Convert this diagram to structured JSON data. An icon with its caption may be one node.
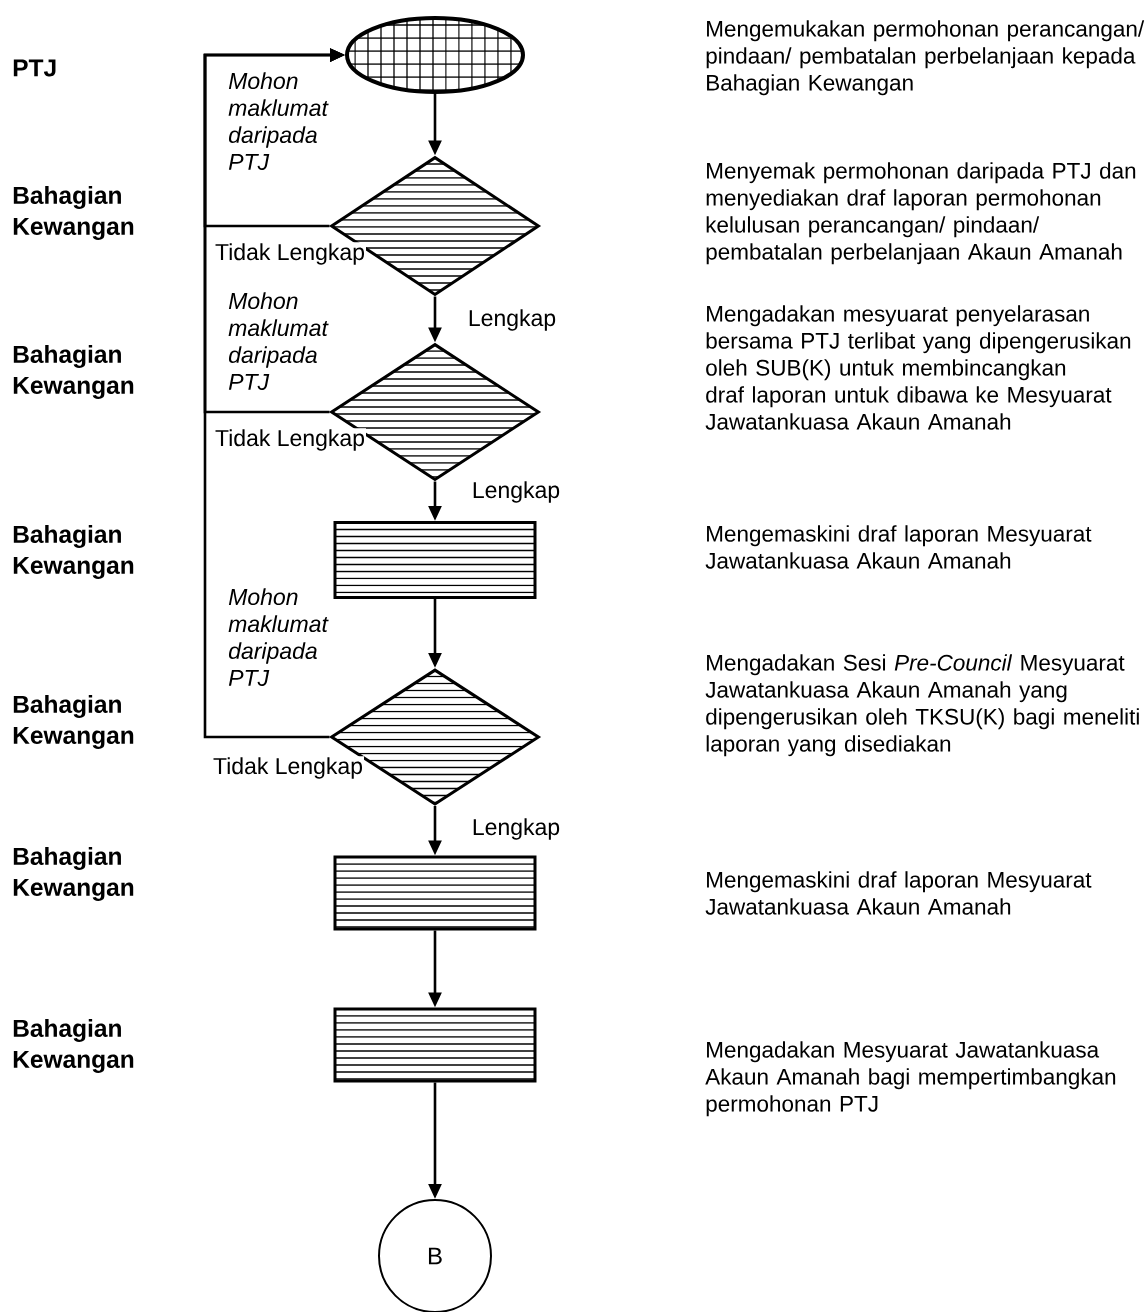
{
  "diagram": {
    "nodes": [
      {
        "text": [],
        "shape": "ellipse"
      },
      {
        "text": [],
        "shape": "diamond"
      },
      {
        "text": [],
        "shape": "diamond"
      },
      {
        "text": [],
        "shape": "box"
      },
      {
        "text": [],
        "shape": "diamond"
      },
      {
        "text": [],
        "shape": "box"
      },
      {
        "text": [],
        "shape": "box"
      },
      {
        "text": [
          "B"
        ]
      }
    ],
    "edges": [
      {
        "from": 0,
        "to": 1,
        "arrow": "to"
      },
      {
        "from": 1,
        "to": 2,
        "arrow": "to",
        "label": "Lengkap"
      },
      {
        "from": 1,
        "to": 0,
        "arrow": "to",
        "label": "Tidak Lengkap"
      },
      {
        "from": 2,
        "to": 3,
        "arrow": "to",
        "label": "Lengkap"
      },
      {
        "from": 2,
        "to": 0,
        "arrow": "to",
        "label": "Tidak Lengkap"
      },
      {
        "from": 3,
        "to": 4,
        "arrow": "to"
      },
      {
        "from": 4,
        "to": 5,
        "arrow": "to",
        "label": "Lengkap"
      },
      {
        "from": 4,
        "to": 0,
        "arrow": "to",
        "label": "Tidak Lengkap"
      },
      {
        "from": 5,
        "to": 6,
        "arrow": "to"
      },
      {
        "from": 6,
        "to": 7,
        "arrow": "to"
      }
    ],
    "labels": [
      "PTJ",
      "Mengemukakan permohonan perancangan/ pindaan/ pembatalan perbelanjaan kepada Bahagian Kewangan",
      "Mohon maklumat daripada PTJ",
      "Bahagian Kewangan",
      "Menyemak permohonan daripada PTJ dan menyediakan draf laporan permohonan kelulusan perancangan/ pindaan/ pembatalan perbelanjaan Akaun Amanah",
      "Mohon maklumat daripada PTJ",
      "Bahagian Kewangan",
      "Mengadakan mesyuarat penyelarasan bersama PTJ terlibat yang dipengerusikan oleh SUB(K) untuk membincangkan draf laporan untuk dibawa ke Mesyuarat Jawatankuasa Akaun Amanah",
      "Bahagian Kewangan",
      "Mengemaskini draf laporan Mesyuarat Jawatankuasa Akaun Amanah",
      "Mohon maklumat daripada PTJ",
      "Bahagian Kewangan",
      "Mengadakan Sesi *Pre-Council* Mesyuarat Jawatankuasa Akaun Amanah yang dipengerusikan oleh TKSU(K) bagi meneliti laporan yang disediakan",
      "Bahagian Kewangan",
      "Mengemaskini draf laporan Mesyuarat Jawatankuasa Akaun Amanah",
      "Bahagian Kewangan",
      "Mengadakan Mesyuarat Jawatankuasa Akaun Amanah bagi mempertimbangkan permohonan PTJ"
    ]
  }
}
